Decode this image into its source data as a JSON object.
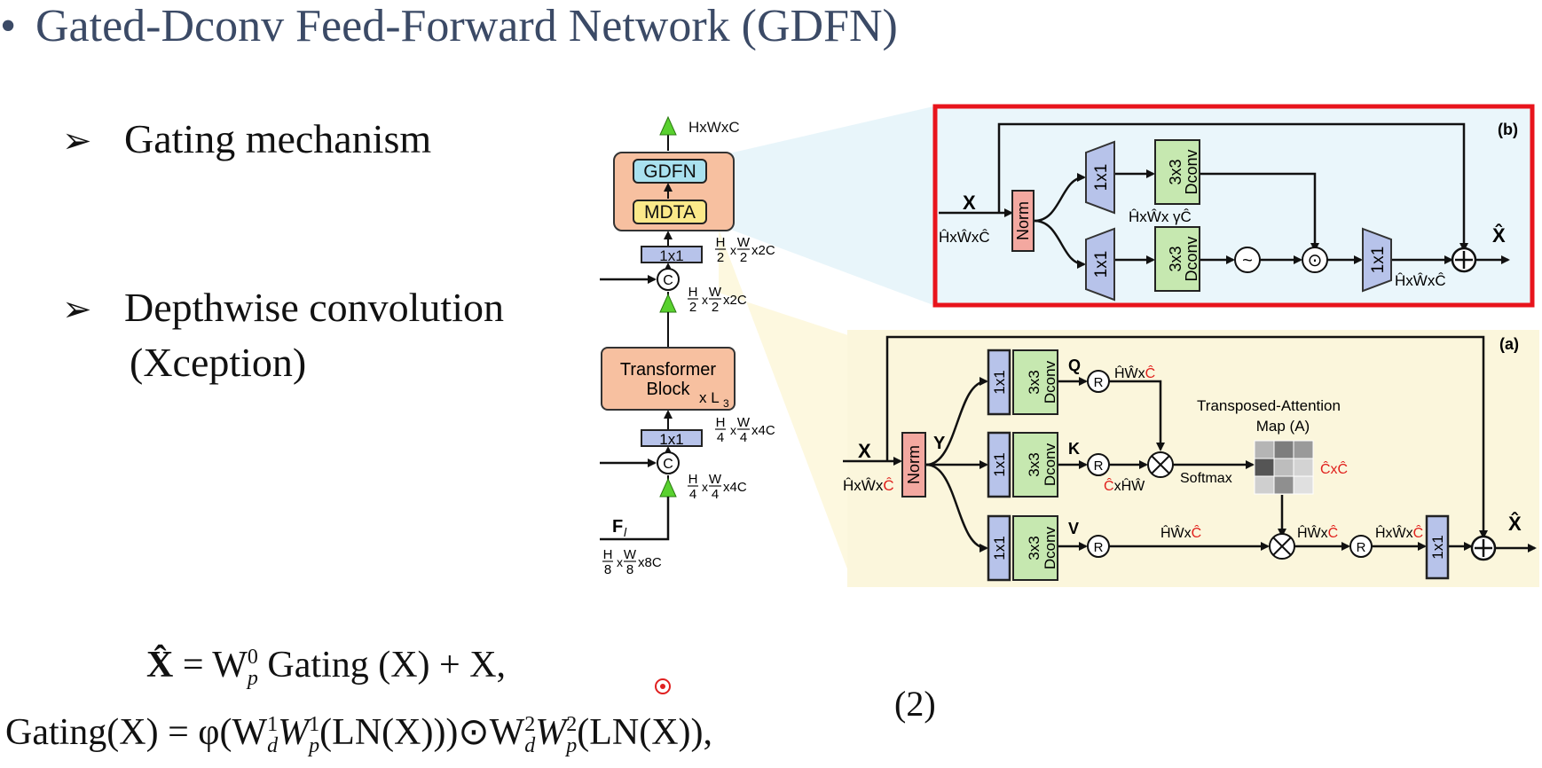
{
  "slide": {
    "bullet_char": "•",
    "title": "Gated-Dconv Feed-Forward Network (GDFN)",
    "points": [
      {
        "marker": "➢",
        "text": "Gating mechanism"
      },
      {
        "marker": "➢",
        "text": "Depthwise convolution",
        "continuation": "(Xception)"
      }
    ]
  },
  "left_pipeline": {
    "out_dims": "HxWxC",
    "gdfn": "GDFN",
    "mdta": "MDTA",
    "conv_top": "1x1",
    "dims_top": "x2C",
    "concat": "C",
    "dims_mid": "x2C",
    "transformer_line1": "Transformer",
    "transformer_line2": "Block",
    "repeat": "x L",
    "repeat_sub": "3",
    "conv_bottom": "1x1",
    "dims_low": "x4C",
    "dims_low2": "x4C",
    "feature": "F",
    "feature_sub": "l",
    "dims_in": "x8C",
    "frac_h2": [
      "H",
      "2"
    ],
    "frac_w2": [
      "W",
      "2"
    ],
    "frac_h4": [
      "H",
      "4"
    ],
    "frac_w4": [
      "W",
      "4"
    ],
    "frac_h8": [
      "H",
      "8"
    ],
    "frac_w8": [
      "W",
      "8"
    ]
  },
  "panel_b": {
    "label": "(b)",
    "input": "X",
    "input_dims": "ĤxŴxĈ",
    "norm": "Norm",
    "conv_a": "1x1",
    "dconv_a": [
      "3x3",
      "Dconv"
    ],
    "mid_dims": "ĤxŴx γĈ",
    "conv_b": "1x1",
    "dconv_b": [
      "3x3",
      "Dconv"
    ],
    "gelu": "~",
    "multiply": "⊙",
    "conv_out": "1x1",
    "out_dims": "ĤxŴxĈ",
    "add": "+",
    "output": "X̂",
    "border_color": "#e8141c"
  },
  "panel_a": {
    "label": "(a)",
    "input": "X",
    "input_dims_prefix": "ĤxŴx",
    "input_dims_c": "Ĉ",
    "norm": "Norm",
    "norm_out": "Y",
    "conv": "1x1",
    "dconv": [
      "3x3",
      "Dconv"
    ],
    "q": "Q",
    "k": "K",
    "v": "V",
    "reshape": "R",
    "q_dims_prefix": "ĤŴx",
    "q_dims_c": "Ĉ",
    "k_dims_c": "Ĉ",
    "k_dims_suffix": "xĤŴ",
    "attn_title": "Transposed-Attention",
    "attn_map": "Map (A)",
    "attn_dims": "ĈxĈ",
    "softmax": "Softmax",
    "v_dims_prefix": "ĤŴx",
    "v_dims_c": "Ĉ",
    "mul_dims_prefix": "ĤŴx",
    "mul_dims_c": "Ĉ",
    "r2_dims_prefix": "ĤxŴx",
    "r2_dims_c": "Ĉ",
    "output": "X̂",
    "accent_red": "#e0201c"
  },
  "equation": {
    "line1_lhs": "X̂",
    "line1_rhs": "= W",
    "line1_sup": "0",
    "line1_sub": "p",
    "line1_rest": " Gating (X) + X,",
    "line2": "Gating(X) = φ(W",
    "eq_number": "(2)",
    "line2_parts": {
      "sup1": "1",
      "sub_d": "d",
      "w2": "W",
      "sup_p1": "1",
      "sub_p": "p",
      "ln1": "(LN(X)))⊙W",
      "sup2": "2",
      "sub_d2": "d",
      "w3": "W",
      "sup_p2": "2",
      "sub_p2": "p",
      "ln2": "(LN(X)),"
    }
  },
  "colors": {
    "title": "#3b4a66",
    "orange_block": "#f7c0a0",
    "blue_conv": "#b7c3ea",
    "green_dconv": "#c6e8b0",
    "cyan_gdfn": "#a9e1ef",
    "yellow_mdta": "#fbe98a",
    "norm_red": "#f3a8a0",
    "arrow_green": "#59d12f"
  }
}
